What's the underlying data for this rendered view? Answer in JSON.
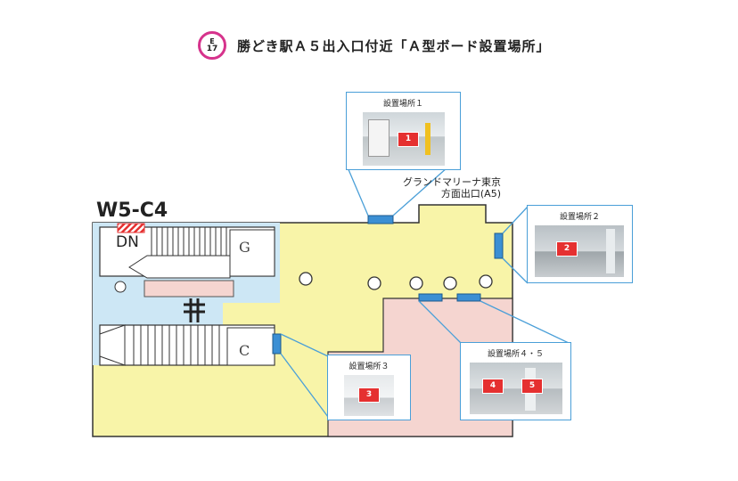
{
  "header": {
    "badge_line": "E",
    "badge_number": "17",
    "title": "勝どき駅Ａ５出入口付近「Ａ型ボード設置場所」"
  },
  "map": {
    "station_code": "W5-C4",
    "dn_label": "DN",
    "exit_label_line1": "グランドマリーナ東京",
    "exit_label_line2": "方面出口(A5)",
    "stair_g": "G",
    "stair_c": "C",
    "colors": {
      "concourse": "#f8f4a8",
      "platform": "#cde7f5",
      "pink_area": "#f5d5d0",
      "outline": "#333333",
      "board_marker": "#3b8fd4",
      "photo_marker": "#e53030"
    }
  },
  "locations": [
    {
      "label": "設置場所１",
      "markers": [
        "1"
      ]
    },
    {
      "label": "設置場所２",
      "markers": [
        "2"
      ]
    },
    {
      "label": "設置場所３",
      "markers": [
        "3"
      ]
    },
    {
      "label": "設置場所４・５",
      "markers": [
        "4",
        "5"
      ]
    }
  ]
}
